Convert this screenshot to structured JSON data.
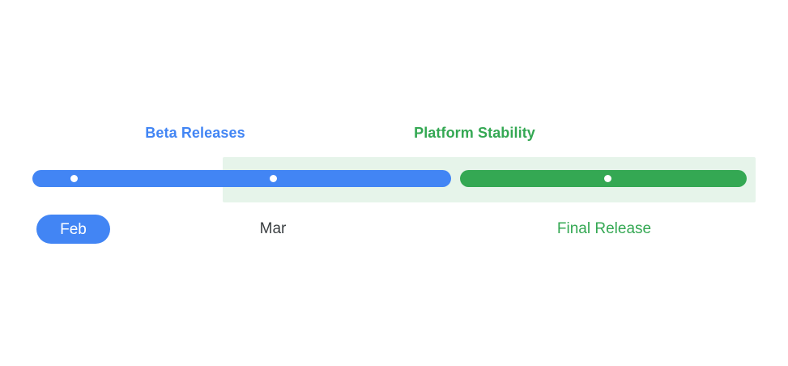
{
  "colors": {
    "blue": "#4285F4",
    "green": "#34A853",
    "band_green": "#E6F4EA",
    "gray_text": "#3C4043",
    "background": "#FFFFFF",
    "dot": "#FFFFFF"
  },
  "phases": [
    {
      "name": "beta-releases",
      "label": "Beta Releases",
      "color_key": "blue"
    },
    {
      "name": "platform-stability",
      "label": "Platform Stability",
      "color_key": "green"
    }
  ],
  "ticks": [
    {
      "name": "feb",
      "label": "Feb",
      "style": "pill",
      "active": true
    },
    {
      "name": "mar",
      "label": "Mar",
      "style": "plain",
      "active": false
    },
    {
      "name": "final-release",
      "label": "Final Release",
      "style": "plain",
      "active": false
    }
  ],
  "milestones": [
    {
      "name": "milestone-1"
    },
    {
      "name": "milestone-2"
    },
    {
      "name": "milestone-3"
    }
  ]
}
